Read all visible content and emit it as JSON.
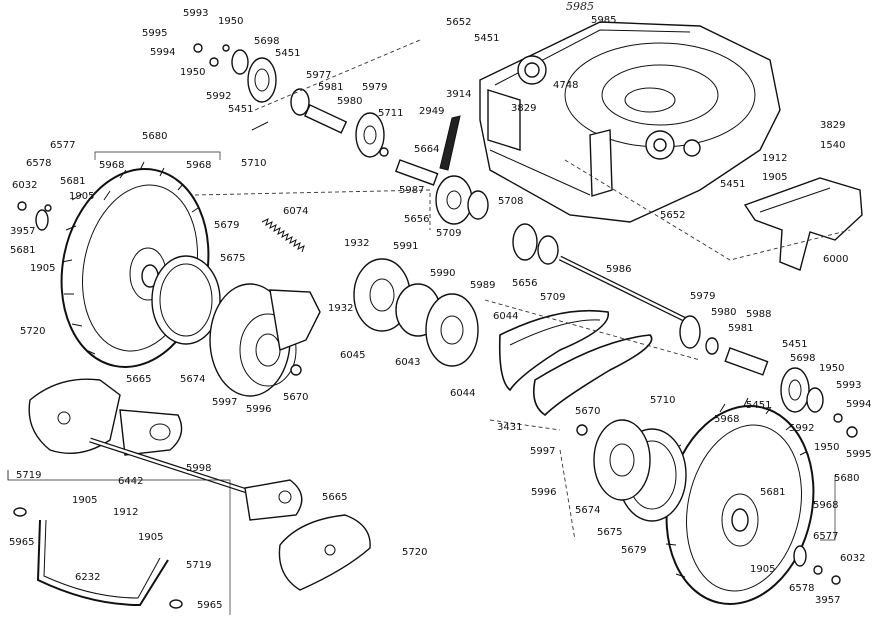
{
  "handwritten_note": "5985",
  "labels": {
    "l5993_top": "5993",
    "l1950_top": "1950",
    "l5995_top": "5995",
    "l5994_top": "5994",
    "l5698_top": "5698",
    "l5451_top": "5451",
    "l1950_top2": "1950",
    "l5992_top": "5992",
    "l5977": "5977",
    "l5981_top": "5981",
    "l5979_top": "5979",
    "l5980_top": "5980",
    "l5451_mid": "5451",
    "l5711": "5711",
    "l5710_top": "5710",
    "l5652_top": "5652",
    "l5451_top2": "5451",
    "l5985": "5985",
    "l4748": "4748",
    "l3829_mid": "3829",
    "l3914": "3914",
    "l2949": "2949",
    "l5664": "5664",
    "l3829_right": "3829",
    "l1540": "1540",
    "l1912_right": "1912",
    "l1905_right": "1905",
    "l5451_right": "5451",
    "l5652_mid": "5652",
    "l6000": "6000",
    "l5680_top": "5680",
    "l6577_left": "6577",
    "l6578_left": "6578",
    "l5968_a": "5968",
    "l5968_b": "5968",
    "l6032_left": "6032",
    "l5681_a": "5681",
    "l1905_a": "1905",
    "l3957_left": "3957",
    "l5681_b": "5681",
    "l1905_b": "1905",
    "l6074": "6074",
    "l5679_left": "5679",
    "l5675_left": "5675",
    "l1932_a": "1932",
    "l5991": "5991",
    "l5990": "5990",
    "l5989": "5989",
    "l1932_b": "1932",
    "l6045": "6045",
    "l6043": "6043",
    "l6044_a": "6044",
    "l6044_b": "6044",
    "l5987": "5987",
    "l5656_a": "5656",
    "l5708": "5708",
    "l5709_a": "5709",
    "l5656_b": "5656",
    "l5709_b": "5709",
    "l5986": "5986",
    "l5720_top": "5720",
    "l5665_top": "5665",
    "l5674_left": "5674",
    "l5997_left": "5997",
    "l5996_left": "5996",
    "l5670_left": "5670",
    "l5979_right": "5979",
    "l5980_right": "5980",
    "l5988": "5988",
    "l5981_right": "5981",
    "l5451_r2": "5451",
    "l5698_right": "5698",
    "l1950_right": "1950",
    "l5993_right": "5993",
    "l5451_r3": "5451",
    "l5994_right": "5994",
    "l5992_right": "5992",
    "l1950_r2": "1950",
    "l5995_right": "5995",
    "l5710_right": "5710",
    "l3431": "3431",
    "l5670_right": "5670",
    "l5968_right": "5968",
    "l5997_right": "5997",
    "l5680_right": "5680",
    "l5996_right": "5996",
    "l5681_right": "5681",
    "l5968_r2": "5968",
    "l5674_right": "5674",
    "l5675_right": "5675",
    "l5679_right": "5679",
    "l6577_right": "6577",
    "l1905_r3": "1905",
    "l6032_right": "6032",
    "l6578_right": "6578",
    "l3957_right": "3957",
    "l5719_a": "5719",
    "l6442": "6442",
    "l5998": "5998",
    "l5965_a": "5965",
    "l1905_c": "1905",
    "l1912_c": "1912",
    "l1905_d": "1905",
    "l6232": "6232",
    "l5719_b": "5719",
    "l5965_b": "5965",
    "l5665_bottom": "5665",
    "l5720_bottom": "5720"
  }
}
